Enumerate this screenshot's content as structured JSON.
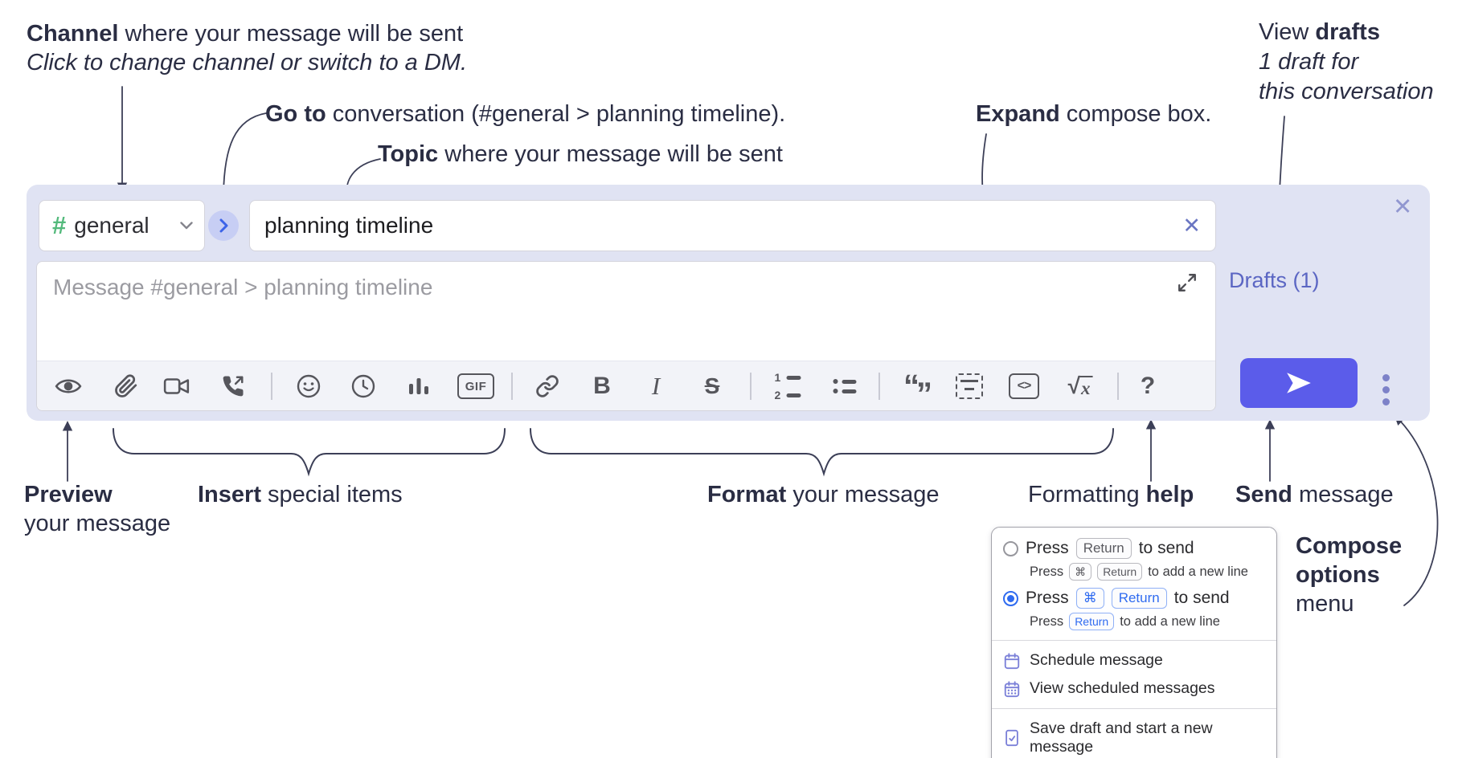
{
  "colors": {
    "panel_bg": "#e0e3f3",
    "send_button": "#5b5cea",
    "hash_green": "#54ba7c",
    "drafts_link": "#5b66c3",
    "key_blue": "#2f6bf0",
    "annotation_text": "#2a2d43",
    "menu_icon_purple": "#7b80d8"
  },
  "notes": {
    "channel": {
      "bold": "Channel",
      "rest": " where your message will be sent",
      "italic": "Click to change channel or switch to a DM."
    },
    "goto": {
      "bold": "Go to",
      "rest": " conversation (#general > planning timeline)."
    },
    "topic": {
      "bold": "Topic",
      "rest": " where your message will be sent"
    },
    "expand": {
      "bold": "Expand",
      "rest": " compose box."
    },
    "drafts": {
      "pre": "View ",
      "bold": "drafts",
      "italic1": "1 draft for",
      "italic2": "this conversation"
    },
    "preview": {
      "bold": "Preview",
      "rest": "your message"
    },
    "insert": {
      "bold": "Insert",
      "rest": " special items"
    },
    "format": {
      "bold": "Format",
      "rest": " your message"
    },
    "help": {
      "pre": "Formatting ",
      "bold": "help"
    },
    "send": {
      "bold": "Send",
      "rest": " message"
    },
    "compose_options": {
      "bold1": "Compose",
      "bold2": "options",
      "rest": "menu"
    }
  },
  "compose": {
    "channel_hash": "#",
    "channel_name": "general",
    "goto_chevron": "›",
    "topic_value": "planning timeline",
    "topic_clear": "✕",
    "close": "✕",
    "message_placeholder": "Message #general > planning timeline",
    "drafts_link": "Drafts (1)"
  },
  "toolbar": {
    "gif": "GIF",
    "bold": "B",
    "italic": "I",
    "strike": "S",
    "quote_open": "“",
    "quote_close": "”",
    "code": "<>",
    "sqrt": "√",
    "sqrt_x": "x",
    "help": "?",
    "ol_1": "1",
    "ol_2": "2"
  },
  "menu": {
    "opt_return": {
      "pre": "Press",
      "key": "Return",
      "suf": "to send",
      "sub_pre": "Press",
      "sub_key_cmd": "⌘",
      "sub_key_ret": "Return",
      "sub_suf": "to add a new line"
    },
    "opt_cmd_return": {
      "pre": "Press",
      "key_cmd": "⌘",
      "key_ret": "Return",
      "suf": "to send",
      "sub_pre": "Press",
      "sub_key_ret": "Return",
      "sub_suf": "to add a new line"
    },
    "items": [
      {
        "label": "Schedule message"
      },
      {
        "label": "View scheduled messages"
      },
      {
        "label": "Save draft and start a new message"
      }
    ]
  }
}
